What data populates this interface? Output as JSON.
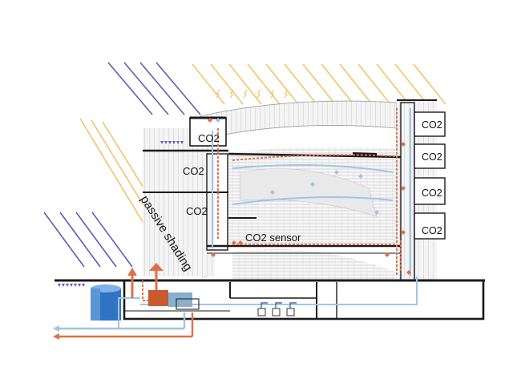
{
  "labels": {
    "co2_roof": "CO2",
    "co2_left_upper": "CO2",
    "co2_left_lower": "CO2",
    "co2_sensor": "CO2 sensor",
    "co2_right_1": "CO2",
    "co2_right_2": "CO2",
    "co2_right_3": "CO2",
    "co2_right_4": "CO2",
    "passive_shading": "passive shading"
  },
  "colors": {
    "sun_rays": "#f2c46a",
    "cold_rays": "#5a5fb5",
    "warm_air": "#e0704a",
    "cool_air": "#9ec6e6",
    "structure": "#1a1a1a",
    "water_tank": "#2e73c4"
  },
  "icons": [
    "sun-ray-icon",
    "wind-ray-icon",
    "supply-arrow-icon",
    "exhaust-arrow-icon",
    "water-tank-icon",
    "fan-icon"
  ]
}
